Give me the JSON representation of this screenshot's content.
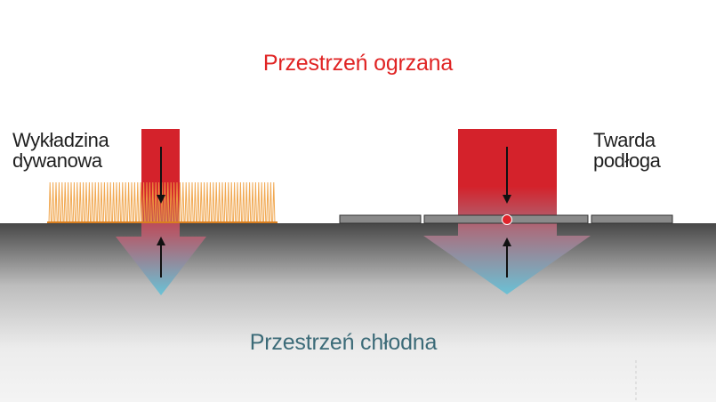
{
  "labels": {
    "warm_space": "Przestrzeń ogrzana",
    "cold_space": "Przestrzeń chłodna",
    "carpet_line1": "Wykładzina",
    "carpet_line2": "dywanowa",
    "hard_floor_line1": "Twarda",
    "hard_floor_line2": "podłoga"
  },
  "colors": {
    "warm": "#d4222b",
    "cold": "#6cc0d4",
    "warm_text": "#e02424",
    "cold_text": "#3c6b78",
    "carpet_fiber": "#f0a040",
    "tile": "#8a8a8a",
    "floor_top": "#474747",
    "floor_bottom": "#f4f4f4",
    "dot": "#e0242c"
  }
}
